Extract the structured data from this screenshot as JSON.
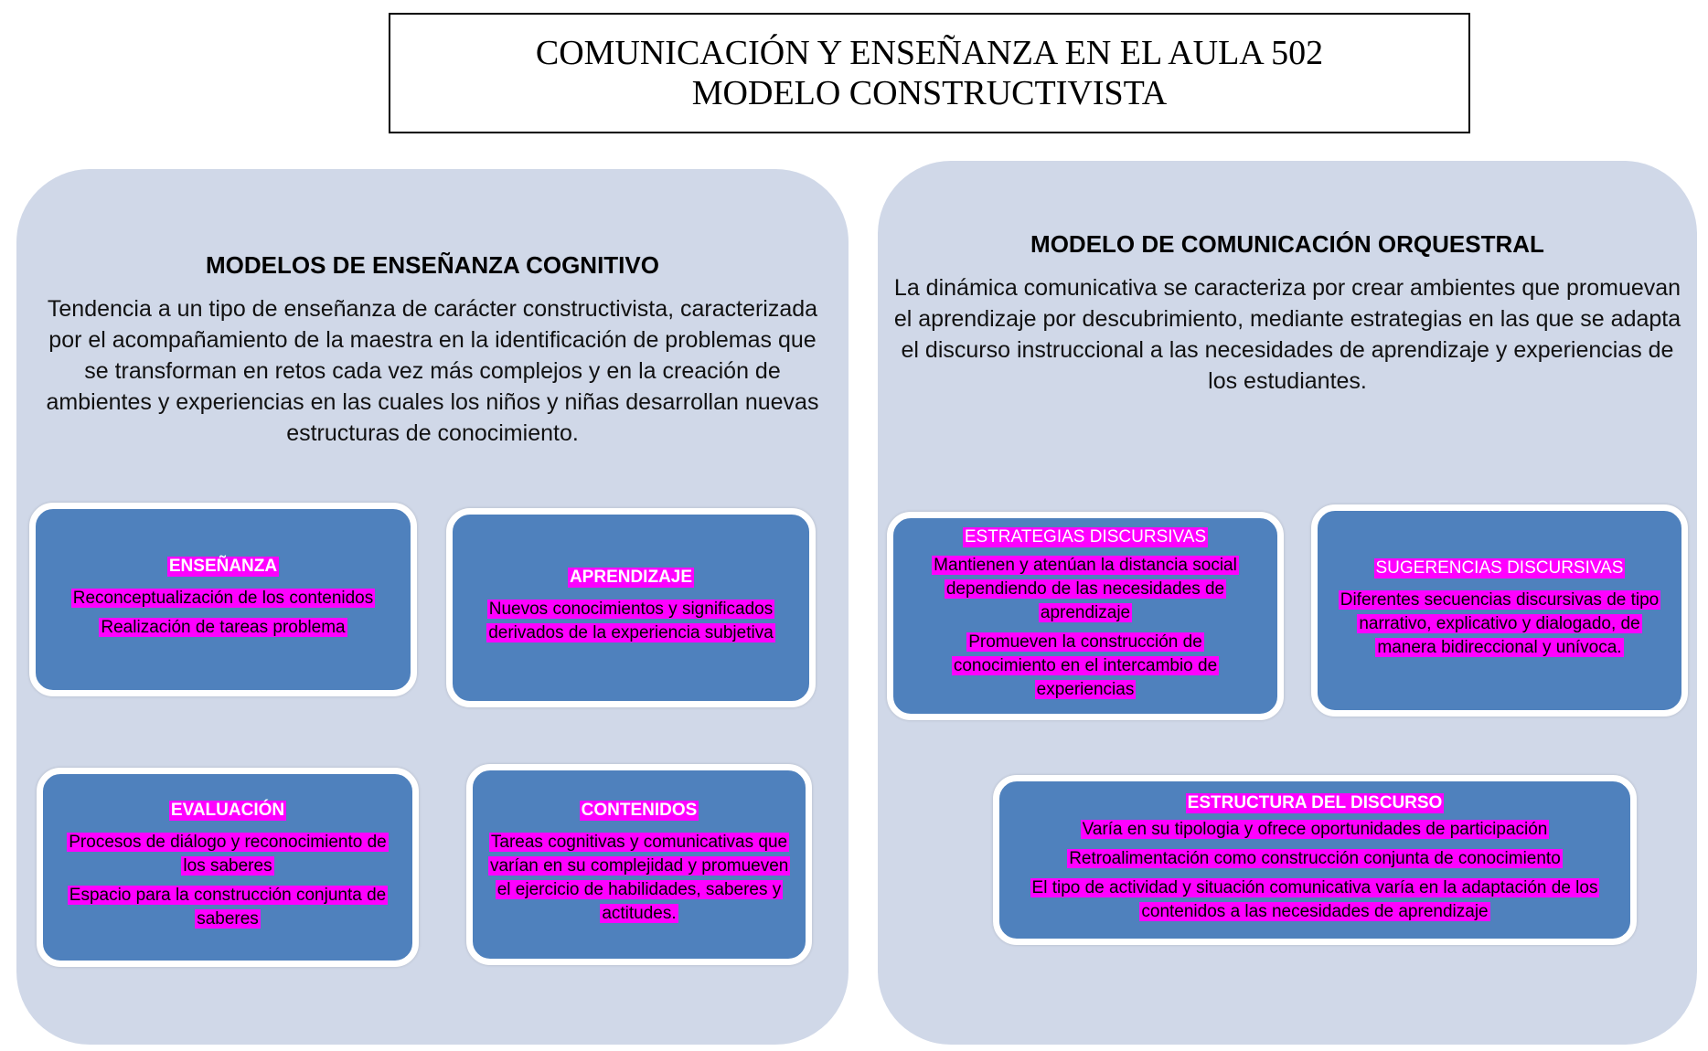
{
  "title": {
    "line1": "COMUNICACIÓN Y ENSEÑANZA EN EL AULA 502",
    "line2": "MODELO CONSTRUCTIVISTA"
  },
  "colors": {
    "panel": "#d0d8e8",
    "card": "#4f81bd",
    "highlight": "#ff00ff"
  },
  "left": {
    "heading": "MODELOS DE ENSEÑANZA COGNITIVO",
    "text": "Tendencia a un tipo de enseñanza de carácter constructivista, caracterizada por el acompañamiento de la maestra en la identificación de problemas que se transforman en retos cada vez más complejos y en la creación de ambientes y experiencias en las cuales los niños y niñas desarrollan nuevas estructuras de conocimiento.",
    "cards": [
      {
        "title": "ENSEÑANZA",
        "items": [
          "Reconceptualización de los contenidos",
          "Realización de tareas problema"
        ]
      },
      {
        "title": "APRENDIZAJE",
        "items": [
          "Nuevos conocimientos y significados derivados de la experiencia subjetiva"
        ]
      },
      {
        "title": "EVALUACIÓN",
        "items": [
          "Procesos de diálogo y reconocimiento de los saberes",
          "Espacio para la construcción conjunta de saberes"
        ]
      },
      {
        "title": "CONTENIDOS",
        "items": [
          "Tareas cognitivas y comunicativas que varían en su complejidad y promueven el ejercicio de habilidades, saberes y actitudes."
        ]
      }
    ]
  },
  "right": {
    "heading": "MODELO DE COMUNICACIÓN ORQUESTRAL",
    "text": "La dinámica comunicativa se caracteriza por crear ambientes que promuevan el aprendizaje por descubrimiento, mediante estrategias en las que se adapta el discurso instruccional a las necesidades de aprendizaje y experiencias de los estudiantes.",
    "cards": [
      {
        "title": "ESTRATEGIAS DISCURSIVAS",
        "items": [
          "Mantienen y atenúan la distancia social dependiendo de las necesidades de aprendizaje",
          "Promueven la construcción de conocimiento en el intercambio de experiencias"
        ]
      },
      {
        "title": "SUGERENCIAS DISCURSIVAS",
        "items": [
          "Diferentes secuencias discursivas de tipo narrativo, explicativo y dialogado, de manera bidireccional y unívoca."
        ]
      },
      {
        "title": "ESTRUCTURA DEL DISCURSO",
        "items": [
          "Varía en su tipologia y ofrece oportunidades de participación",
          "Retroalimentación como construcción conjunta de conocimiento",
          "El tipo de actividad y situación comunicativa varía en la adaptación de los contenidos a las necesidades de aprendizaje"
        ]
      }
    ]
  }
}
